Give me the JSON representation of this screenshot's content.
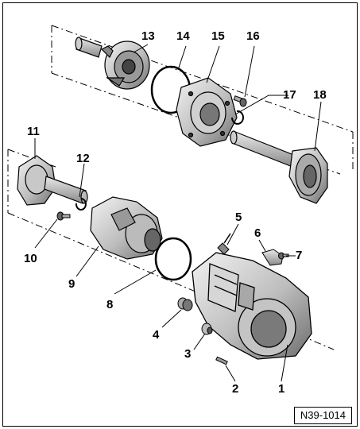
{
  "callouts": {
    "c1": "1",
    "c2": "2",
    "c3": "3",
    "c4": "4",
    "c5": "5",
    "c6": "6",
    "c7": "7",
    "c8": "8",
    "c9": "9",
    "c10": "10",
    "c11": "11",
    "c12": "12",
    "c13": "13",
    "c14": "14",
    "c15": "15",
    "c16": "16",
    "c17": "17",
    "c18": "18"
  },
  "reference_code": "N39-1014"
}
